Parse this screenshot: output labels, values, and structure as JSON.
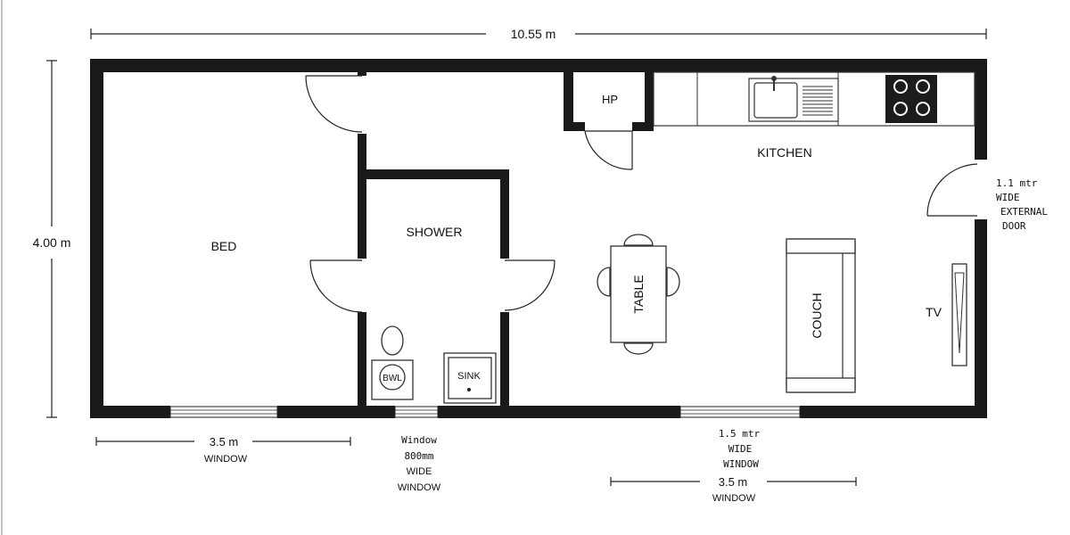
{
  "dimensions": {
    "width": "10.55 m",
    "height": "4.00 m",
    "bed_window_dim": "3.5 m",
    "bed_window_label": "WINDOW",
    "living_window_dim": "3.5 m",
    "living_window_label": "WINDOW"
  },
  "rooms": {
    "bed": "BED",
    "shower": "SHOWER",
    "kitchen": "KITCHEN",
    "hp": "HP"
  },
  "fixtures": {
    "bowl": "BWL",
    "sink": "SINK",
    "table": "TABLE",
    "couch": "COUCH",
    "tv": "TV"
  },
  "notes": {
    "external_door": [
      "1.1 mtr",
      "WIDE",
      "EXTERNAL",
      "DOOR"
    ],
    "small_window": [
      "Window",
      "800mm",
      "WIDE",
      "WINDOW"
    ],
    "wide_window": [
      "1.5 mtr",
      "WIDE",
      "WINDOW"
    ]
  },
  "colors": {
    "wall": "#1a1a1a",
    "line": "#222222",
    "background": "#ffffff"
  }
}
